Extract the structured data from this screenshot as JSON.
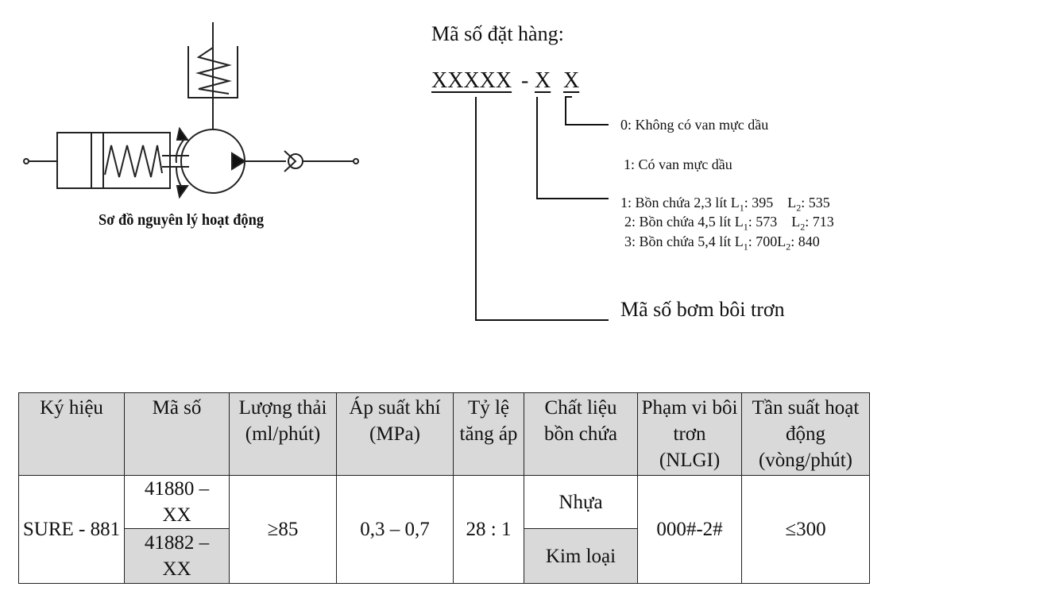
{
  "diagram": {
    "caption": "Sơ đồ nguyên lý hoạt động"
  },
  "order_code": {
    "title": "Mã số đặt hàng:",
    "pattern_main": "XXXXX",
    "dash": "-",
    "pattern_x1": "X",
    "pattern_x2": "X",
    "valve_options": [
      "0: Không có van mực dầu",
      "1: Có van mực dầu"
    ],
    "tank_options": [
      {
        "prefix": "1: Bồn chứa 2,3 lít L",
        "l1": "395",
        "l2": "535"
      },
      {
        "prefix": "2: Bồn chứa 4,5 lít L",
        "l1": "573",
        "l2": "713"
      },
      {
        "prefix": "3: Bồn chứa 5,4 lít L",
        "l1": "700",
        "l2": "840"
      }
    ],
    "sub1": "1",
    "sub2": "2",
    "pump_code_label": "Mã số bơm bôi trơn"
  },
  "table": {
    "headers": [
      "Ký hiệu",
      "Mã số",
      "Lượng thải (ml/phút)",
      "Áp suất khí (MPa)",
      "Tỷ lệ tăng áp",
      "Chất liệu bồn chứa",
      "Phạm vi bôi trơn (NLGI)",
      "Tần suất hoạt động (vòng/phút)"
    ],
    "symbol": "SURE - 881",
    "codes": [
      "41880 – XX",
      "41882 – XX"
    ],
    "discharge": "≥85",
    "air_pressure": "0,3 – 0,7",
    "boost_ratio": "28 : 1",
    "materials": [
      "Nhựa",
      "Kim loại"
    ],
    "nlgi_range": "000#-2#",
    "frequency": "≤300"
  }
}
